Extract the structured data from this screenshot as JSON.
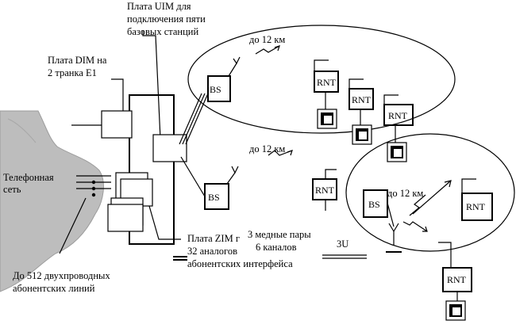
{
  "labels": {
    "uim_board": [
      "Плата UIM для",
      "подключения пяти",
      "базовых станций"
    ],
    "dim_board": [
      "Плата DIM на",
      "2 транка E1"
    ],
    "phone_network": [
      "Телефонная",
      "сеть"
    ],
    "zim_board": [
      "Плата ZIM г",
      "32 аналогов",
      "абонентских интерфейса"
    ],
    "lines_count": [
      "До 512 двухпроводных",
      "абонентских линий"
    ],
    "copper_pairs": [
      "3 медные пары",
      "6 каналов"
    ],
    "range_top": "до 12 км",
    "range_mid": "до 12 км",
    "range_right": "до 12 км",
    "unit_3u": "3U"
  },
  "nodes": {
    "bs": "BS",
    "rnt": "RNT"
  }
}
